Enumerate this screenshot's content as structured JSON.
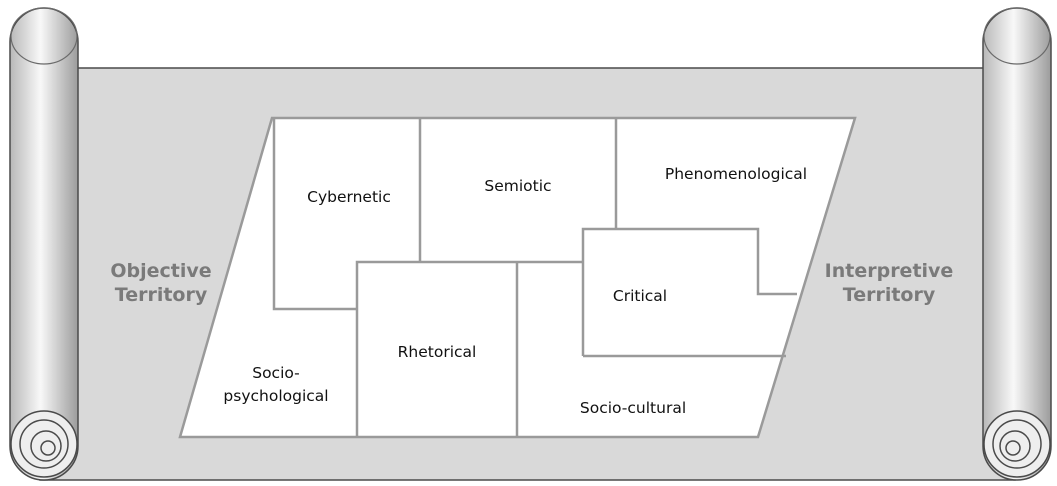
{
  "regions": {
    "cybernetic": "Cybernetic",
    "semiotic": "Semiotic",
    "phenomenological": "Phenomenological",
    "critical": "Critical",
    "rhetorical": "Rhetorical",
    "socio_psychological_line1": "Socio-",
    "socio_psychological_line2": "psychological",
    "socio_cultural": "Socio-cultural"
  },
  "left_label": {
    "line1": "Objective",
    "line2": "Territory"
  },
  "right_label": {
    "line1": "Interpretive",
    "line2": "Territory"
  },
  "colors": {
    "scroll_paper": "#d9d9d9",
    "map_fill": "#ffffff",
    "map_line": "#9a9a9a",
    "side_label": "#7a7a7a",
    "roll_light": "#f7f7f7",
    "roll_dark": "#a8a8a8",
    "outline": "#4a4a4a"
  }
}
